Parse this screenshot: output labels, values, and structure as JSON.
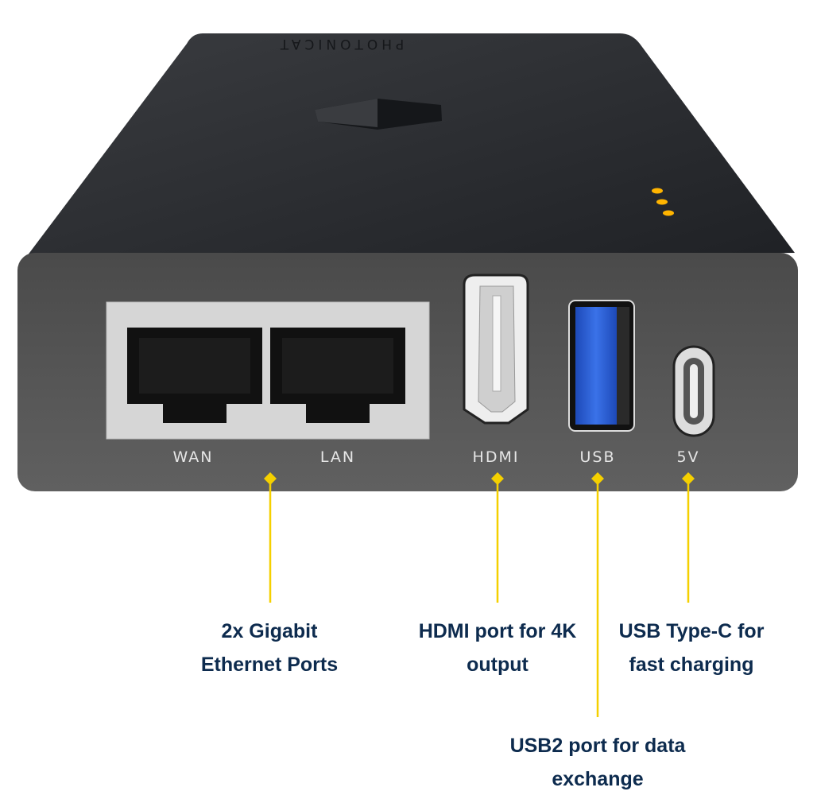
{
  "brand": "PHOTONICAT",
  "colors": {
    "accent": "#f5d000",
    "text": "#0d2b4e",
    "usb_blue": "#2e63d6",
    "led": "#ffb400"
  },
  "ports": [
    {
      "label": "WAN"
    },
    {
      "label": "LAN"
    },
    {
      "label": "HDMI"
    },
    {
      "label": "USB"
    },
    {
      "label": "5V"
    }
  ],
  "callouts": {
    "ethernet": {
      "line1": "2x Gigabit",
      "line2": "Ethernet Ports"
    },
    "hdmi": {
      "line1": "HDMI port for 4K",
      "line2": "output"
    },
    "usbc": {
      "line1": "USB Type-C for",
      "line2": "fast charging"
    },
    "usb2": {
      "line1": "USB2 port for data",
      "line2": "exchange"
    }
  }
}
